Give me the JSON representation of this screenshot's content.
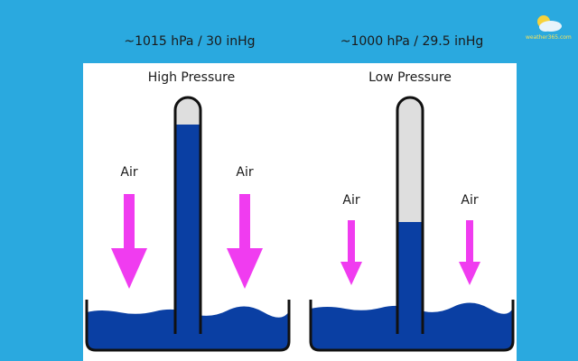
{
  "captions": {
    "left": "~1015 hPa / 30 inHg",
    "right": "~1000 hPa / 29.5 inHg"
  },
  "logo": {
    "text": "weather365.com",
    "icon": "sun-cloud-icon"
  },
  "diagram": {
    "high": {
      "title": "High Pressure",
      "air_left": "Air",
      "air_right": "Air"
    },
    "low": {
      "title": "Low Pressure",
      "air_left": "Air",
      "air_right": "Air"
    }
  },
  "colors": {
    "background": "#2aa9df",
    "mercury": "#0a3fa3",
    "air_arrow": "#f03cf0",
    "vacuum": "#dedede"
  }
}
